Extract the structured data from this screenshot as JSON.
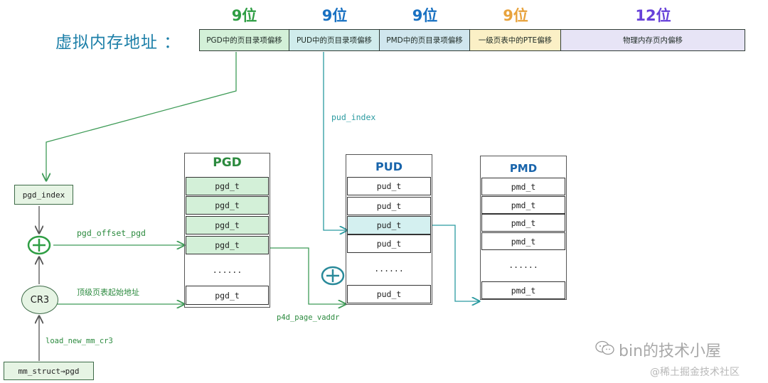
{
  "header": {
    "title": "虚拟内存地址 ：",
    "bits": [
      {
        "label": "9位",
        "color": "#2f9e44"
      },
      {
        "label": "9位",
        "color": "#1971c2"
      },
      {
        "label": "9位",
        "color": "#1971c2"
      },
      {
        "label": "9位",
        "color": "#e8a33d"
      },
      {
        "label": "12位",
        "color": "#6741d9"
      }
    ],
    "segments": [
      {
        "label": "PGD中的页目录项偏移",
        "fill": "#d3f0d8"
      },
      {
        "label": "PUD中的页目录项偏移",
        "fill": "#d0ecec"
      },
      {
        "label": "PMD中的页目录项偏移",
        "fill": "#d0e6ee"
      },
      {
        "label": "一级页表中的PTE偏移",
        "fill": "#fbf0c6"
      },
      {
        "label": "物理内存页内偏移",
        "fill": "#e7e4f6"
      }
    ]
  },
  "pgd": {
    "title": "PGD",
    "rows": [
      "pgd_t",
      "pgd_t",
      "pgd_t",
      "pgd_t",
      "......",
      "pgd_t"
    ]
  },
  "pud": {
    "title": "PUD",
    "rows": [
      "pud_t",
      "pud_t",
      "pud_t",
      "pud_t",
      "......",
      "pud_t"
    ]
  },
  "pmd": {
    "title": "PMD",
    "rows": [
      "pmd_t",
      "pmd_t",
      "pmd_t",
      "pmd_t",
      "......",
      "pmd_t"
    ]
  },
  "labels": {
    "pud_index": "pud_index",
    "pgd_index": "pgd_index",
    "pgd_offset_pgd": "pgd_offset_pgd",
    "top_table_start": "顶级页表起始地址",
    "cr3": "CR3",
    "load_new_mm_cr3": "load_new_mm_cr3",
    "mm_struct_pgd": "mm_struct→pgd",
    "p4d_page_vaddr": "p4d_page_vaddr"
  },
  "watermark": {
    "brand": "bin的技术小屋",
    "site": "@稀土掘金技术社区"
  },
  "colors": {
    "green_arrow": "#3e9b57",
    "teal_arrow": "#2a9aa0",
    "pgd_fill": "#d3f0d8",
    "pud_highlight": "#d4f0f0",
    "pud_title": "#1864ab",
    "pmd_title": "#1864ab",
    "pgd_title": "#2b8a3e"
  }
}
